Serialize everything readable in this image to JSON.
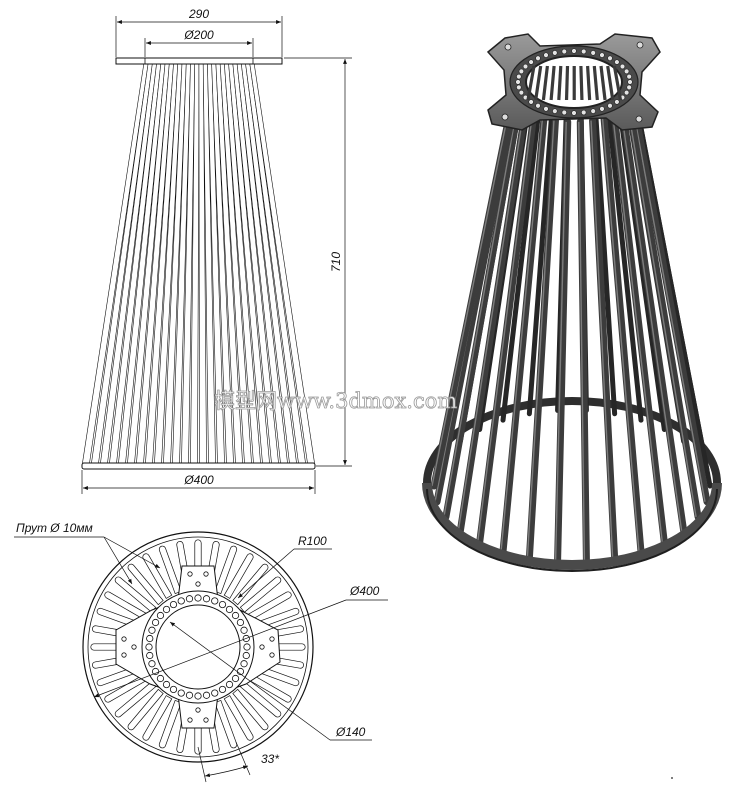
{
  "dimensions": {
    "plate_width": "290",
    "top_diameter": "Ø200",
    "height": "710",
    "base_diameter": "Ø400"
  },
  "plan_view": {
    "rod_label": "Прут Ø 10мм",
    "radius_label": "R100",
    "outer_diameter": "Ø400",
    "inner_diameter": "Ø140",
    "angle_label": "33*"
  },
  "watermark": {
    "text": "模型网www.3dmox.com"
  },
  "colors": {
    "line": "#111111",
    "render_dark": "#3a3a3a",
    "render_light": "#8a8a8a",
    "paper": "#ffffff"
  }
}
